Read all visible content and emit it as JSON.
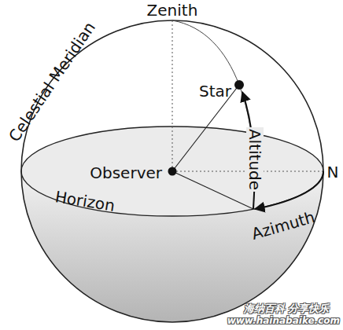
{
  "diagram": {
    "labels": [
      "Zenith",
      "Celestial Meridian",
      "Star",
      "Altitude",
      "Observer",
      "N",
      "Horizon",
      "Azimuth",
      "海纳百科 分享快乐",
      "www.hainabaike.com"
    ]
  }
}
